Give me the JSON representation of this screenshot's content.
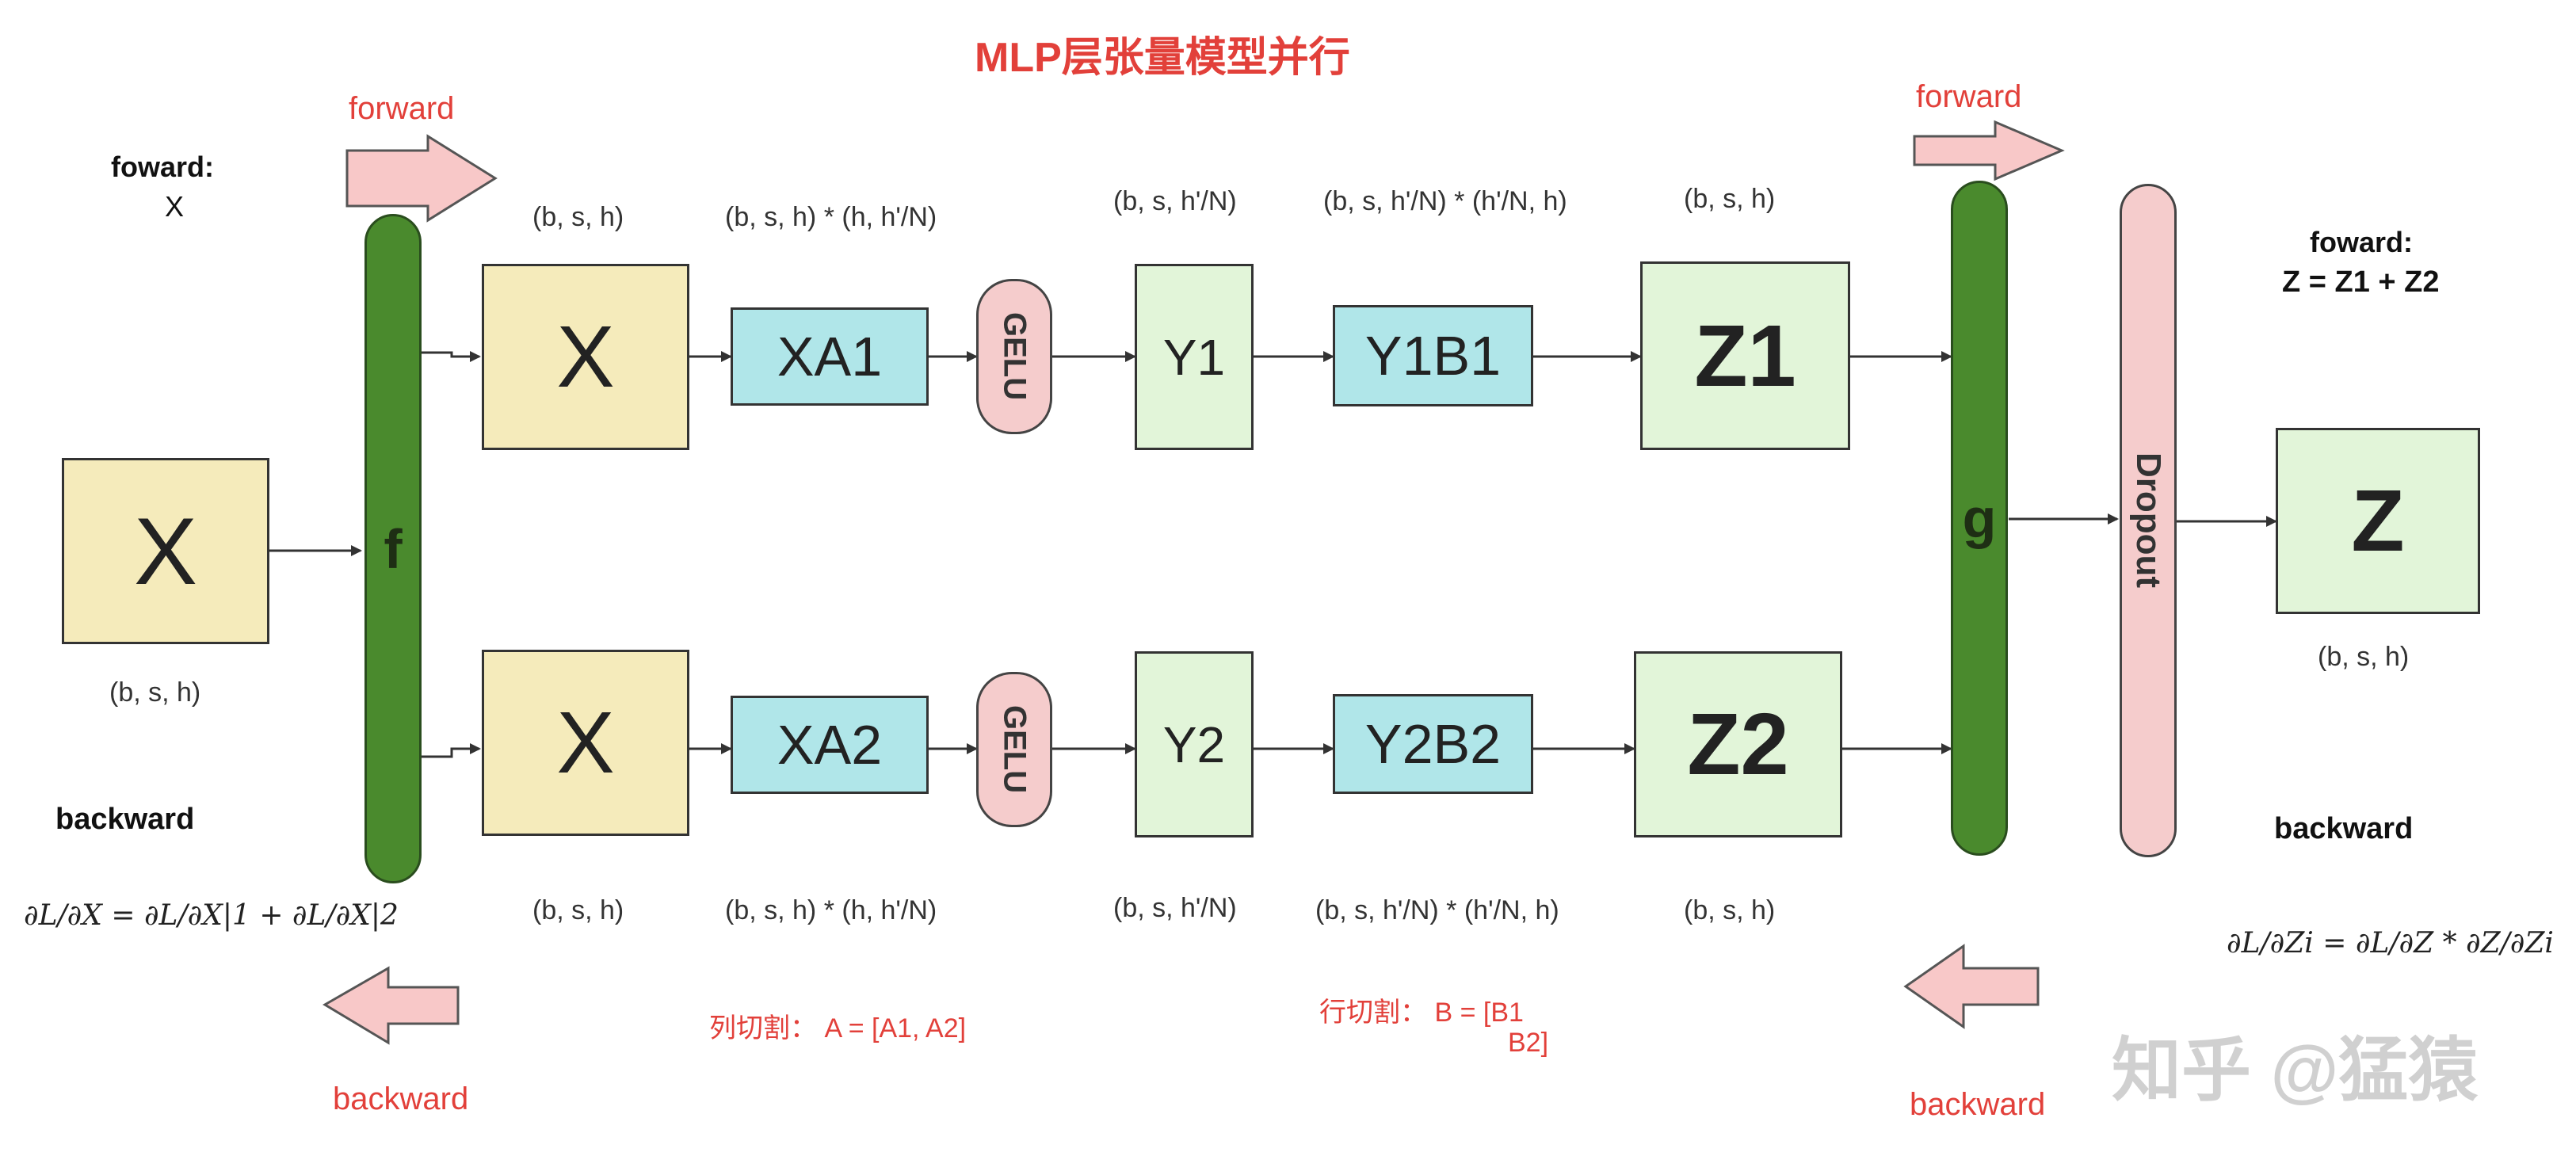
{
  "title": "MLP层张量模型并行",
  "arrows": {
    "forward": "forward",
    "backward": "backward"
  },
  "left": {
    "forward_label": "foward:",
    "forward_value": "X",
    "input_box": "X",
    "input_shape": "(b, s, h)",
    "backward_label": "backward",
    "backward_formula": "∂L/∂X = ∂L/∂X|1 + ∂L/∂X|2"
  },
  "f_op": "f",
  "g_op": "g",
  "top_row": {
    "x_box": "X",
    "xa_box": "XA1",
    "gelu": "GELU",
    "y_box": "Y1",
    "yb_box": "Y1B1",
    "z_box": "Z1",
    "shape_x": "(b, s, h)",
    "shape_xa": "(b, s, h) * (h, h'/N)",
    "shape_y": "(b, s,  h'/N)",
    "shape_yb": "(b, s, h'/N) * (h'/N, h)",
    "shape_z": "(b, s, h)"
  },
  "bottom_row": {
    "x_box": "X",
    "xa_box": "XA2",
    "gelu": "GELU",
    "y_box": "Y2",
    "yb_box": "Y2B2",
    "z_box": "Z2",
    "shape_x": "(b, s, h)",
    "shape_xa": "(b, s, h) * (h, h'/N)",
    "shape_y": "(b, s,  h'/N)",
    "shape_yb": "(b, s, h'/N) * (h'/N, h)",
    "shape_z": "(b, s, h)"
  },
  "column_split": "列切割：  A = [A1, A2]",
  "row_split_line1": "行切割：  B = [B1",
  "row_split_line2": "B2]",
  "dropout": "Dropout",
  "right": {
    "forward_label": "foward:",
    "forward_value": "Z = Z1 + Z2",
    "output_box": "Z",
    "output_shape": "(b, s, h)",
    "backward_label": "backward",
    "backward_formula": "∂L/∂Zi = ∂L/∂Z * ∂Z/∂Zi"
  },
  "watermark": "知乎 @猛猿",
  "colors": {
    "title_red": "#e2403a",
    "arrow_fill": "#f8c8c8",
    "bar_green": "#4a8a2d",
    "yellow": "#f5ebbb",
    "cyan": "#b0e6e9",
    "light_green": "#e2f5d9",
    "pink": "#f5cccc"
  }
}
